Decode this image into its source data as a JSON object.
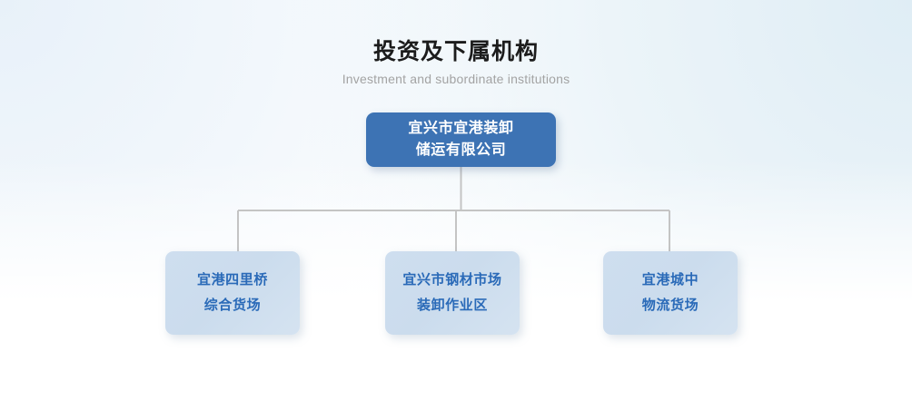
{
  "heading": {
    "title": "投资及下属机构",
    "subtitle": "Investment and subordinate institutions"
  },
  "colors": {
    "root_node_background": "#3d73b4",
    "root_node_text": "#ffffff",
    "child_node_background": "#cbdced",
    "child_node_text": "#2a6ab8",
    "connector_line": "#c4c4c4",
    "title_text": "#1c1c1c",
    "subtitle_text": "#a3a3a3",
    "page_background": "#ffffff",
    "wash_left": "#e8f1f9",
    "wash_right": "#dfedf5"
  },
  "org_chart": {
    "root": {
      "name": "宜兴市宜港装卸储运有限公司",
      "lines": [
        "宜兴市宜港装卸",
        "储运有限公司"
      ]
    },
    "children": [
      {
        "name": "宜港四里桥综合货场",
        "lines": [
          "宜港四里桥",
          "综合货场"
        ]
      },
      {
        "name": "宜兴市钢材市场装卸作业区",
        "lines": [
          "宜兴市钢材市场",
          "装卸作业区"
        ]
      },
      {
        "name": "宜港城中物流货场",
        "lines": [
          "宜港城中",
          "物流货场"
        ]
      }
    ]
  }
}
